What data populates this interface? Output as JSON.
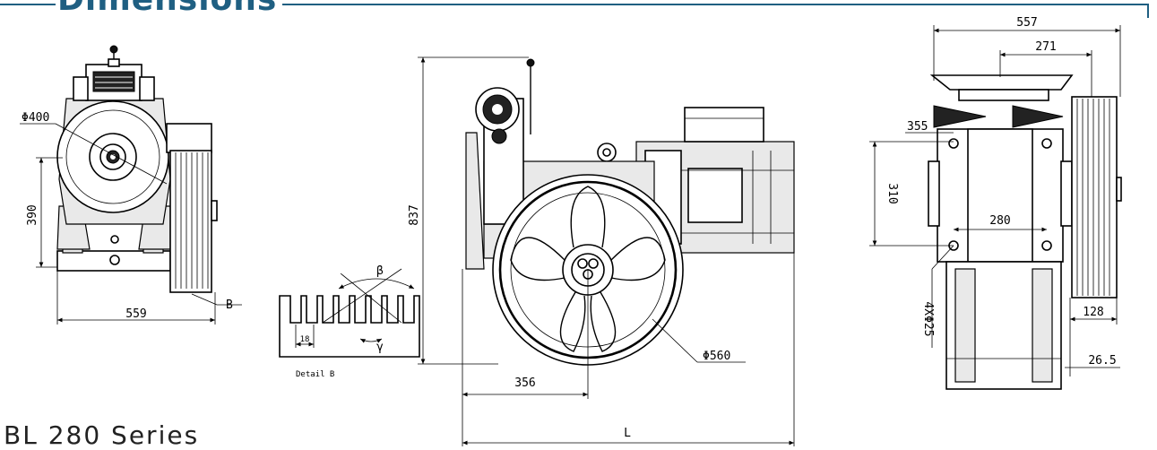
{
  "heading": "Dimensions",
  "series_title": "BL 280 Series",
  "front_view": {
    "dim_diameter": "Φ400",
    "dim_height": "390",
    "dim_width": "559",
    "detail_callout": "B"
  },
  "detail_b": {
    "caption": "Detail B",
    "angle_beta": "β",
    "angle_gamma": "γ",
    "pitch": "18"
  },
  "side_view": {
    "dim_height": "837",
    "dim_offset": "356",
    "dim_sheave": "Φ560",
    "dim_length": "L"
  },
  "top_view": {
    "dim_total": "557",
    "dim_half": "271",
    "dim_355": "355",
    "dim_310": "310",
    "dim_280": "280",
    "holes": "4XΦ25",
    "dim_128": "128",
    "dim_26_5": "26.5"
  },
  "colors": {
    "accent": "#1f5f82",
    "lines": "#000000"
  }
}
